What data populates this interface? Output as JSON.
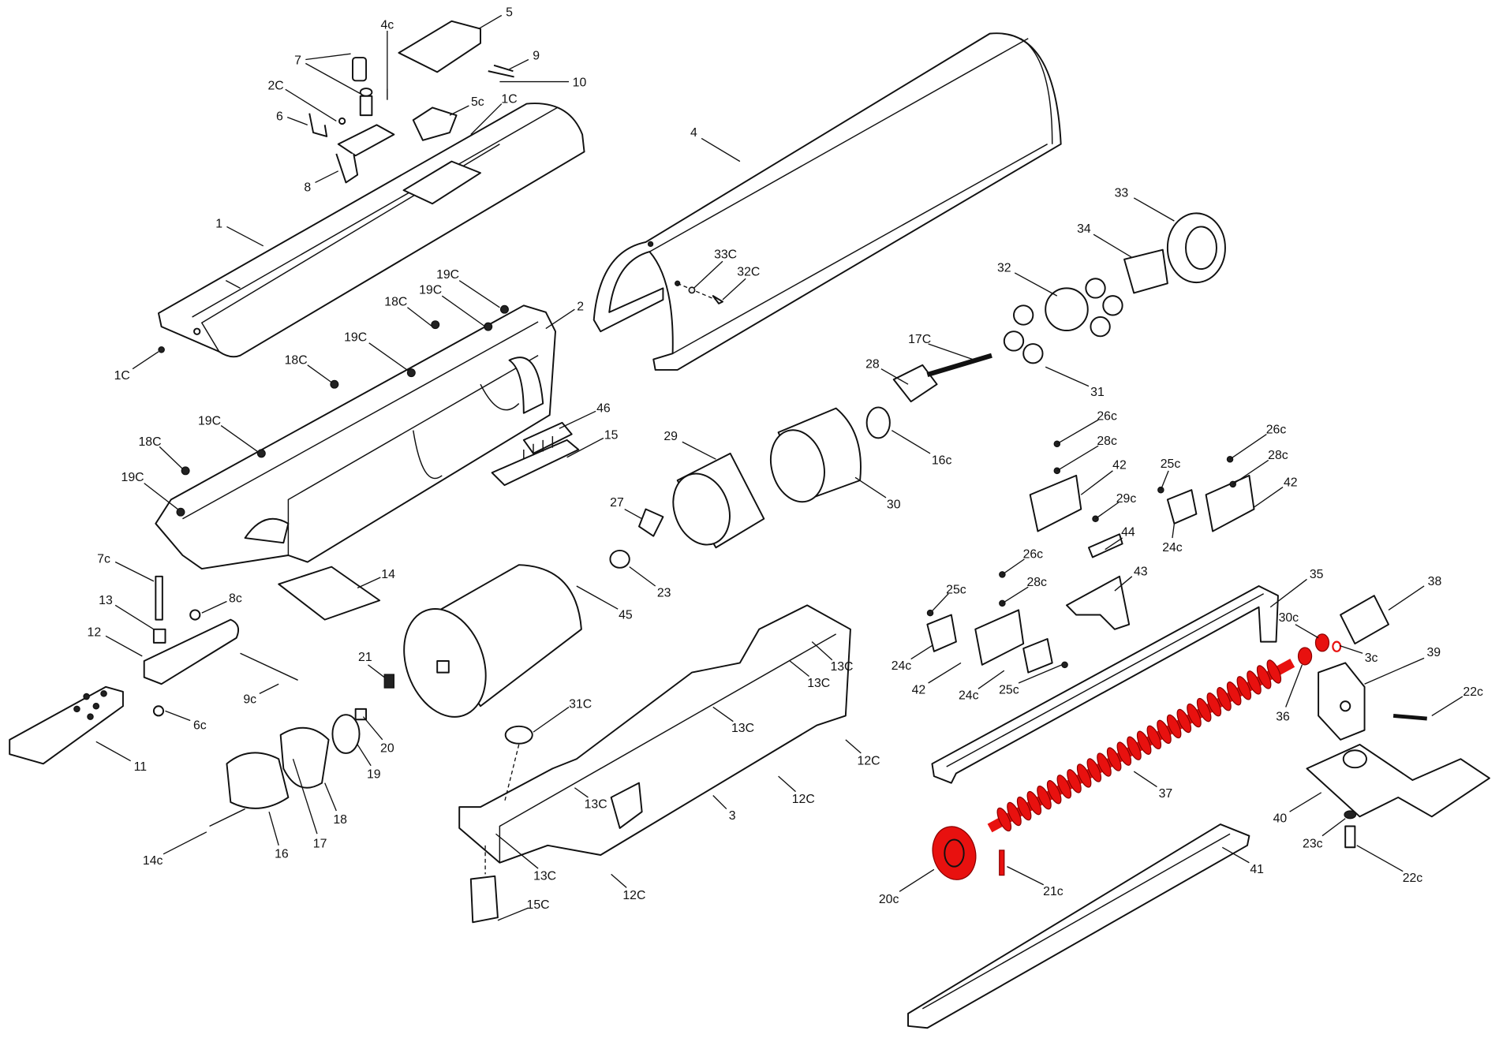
{
  "highlight_color": "#e8110f",
  "labels": [
    "5",
    "4c",
    "7",
    "9",
    "10",
    "2C",
    "5c",
    "1C",
    "6",
    "8",
    "4",
    "1",
    "33",
    "34",
    "33C",
    "32C",
    "32",
    "19C",
    "19C",
    "18C",
    "2",
    "19C",
    "18C",
    "1C",
    "17C",
    "28",
    "31",
    "46",
    "26c",
    "19C",
    "18C",
    "15",
    "29",
    "28c",
    "16c",
    "25c",
    "42",
    "26c",
    "28c",
    "42",
    "19C",
    "30",
    "29c",
    "27",
    "44",
    "24c",
    "26c",
    "7c",
    "43",
    "14",
    "35",
    "38",
    "28c",
    "23",
    "8c",
    "25c",
    "13",
    "45",
    "30c",
    "12",
    "13C",
    "21",
    "3c",
    "24c",
    "39",
    "13C",
    "42",
    "24c",
    "25c",
    "22c",
    "9c",
    "31C",
    "36",
    "6c",
    "13C",
    "20",
    "19",
    "11",
    "12C",
    "12C",
    "37",
    "13C",
    "3",
    "18",
    "40",
    "17",
    "23c",
    "14c",
    "16",
    "13C",
    "12C",
    "21c",
    "22c",
    "20c",
    "41",
    "15C"
  ]
}
